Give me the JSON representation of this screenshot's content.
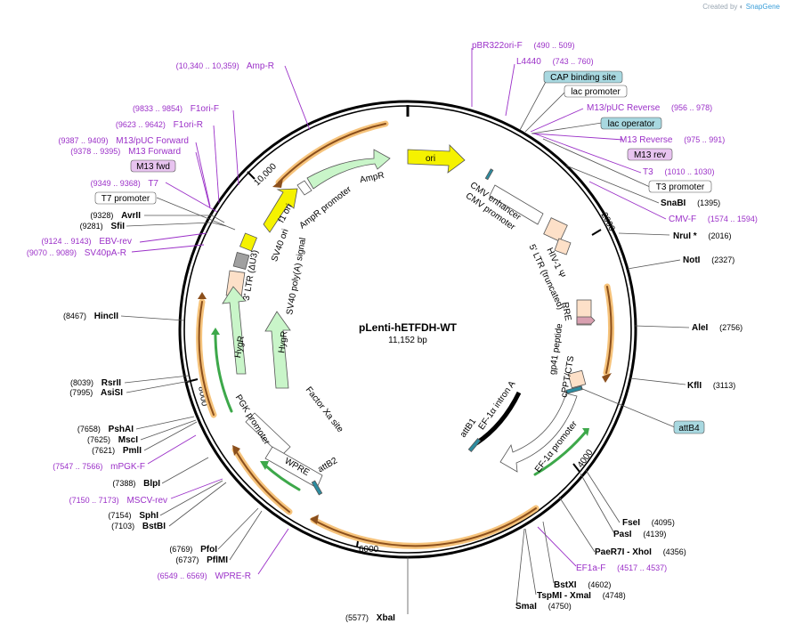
{
  "credit": {
    "prefix": "Created by",
    "brand": "SnapGene"
  },
  "plasmid": {
    "name": "pLenti-hETFDH-WT",
    "size_label": "11,152 bp",
    "length": 11152
  },
  "ticks": [
    {
      "pos": 2000,
      "label": "2000"
    },
    {
      "pos": 4000,
      "label": "4000"
    },
    {
      "pos": 6000,
      "label": "6000"
    },
    {
      "pos": 8000,
      "label": "8000"
    },
    {
      "pos": 10000,
      "label": "10,000"
    }
  ],
  "colors": {
    "primer": "#9b30c8",
    "enzyme": "#000000",
    "backbone": "#000000",
    "orange_halo": "#f6c37b",
    "arrow_dark": "#8b4f1c"
  },
  "features": [
    {
      "name": "ori",
      "kind": "block-arrow",
      "fill": "#f5f200"
    },
    {
      "name": "AmpR",
      "kind": "block-arrow",
      "fill": "#c9f5c9"
    },
    {
      "name": "AmpR promoter",
      "kind": "block-arrow",
      "fill": "#ffffff"
    },
    {
      "name": "f1 ori",
      "kind": "block-arrow",
      "fill": "#f5f200"
    },
    {
      "name": "SV40 ori",
      "kind": "box",
      "fill": "#f5f200"
    },
    {
      "name": "SV40 poly(A) signal",
      "kind": "box",
      "fill": "#a0a0a0"
    },
    {
      "name": "3' LTR (ΔU3)",
      "kind": "box",
      "fill": "#fde0c8"
    },
    {
      "name": "HygR",
      "kind": "block-arrow",
      "fill": "#c9f5c9"
    },
    {
      "name": "HygR",
      "kind": "block-arrow",
      "fill": "#c9f5c9"
    },
    {
      "name": "PGK promoter",
      "kind": "block-arrow",
      "fill": "#ffffff"
    },
    {
      "name": "Factor Xa site",
      "kind": "line",
      "fill": "#000000"
    },
    {
      "name": "WPRE",
      "kind": "block-arrow",
      "fill": "#ffffff"
    },
    {
      "name": "attB2",
      "kind": "site",
      "fill": "#2c8ca0"
    },
    {
      "name": "CMV enhancer",
      "kind": "block-arrow",
      "fill": "#ffffff"
    },
    {
      "name": "CMV promoter",
      "kind": "block-arrow",
      "fill": "#ffffff"
    },
    {
      "name": "5' LTR (truncated)",
      "kind": "box",
      "fill": "#fde0c8"
    },
    {
      "name": "HIV-1 Ψ",
      "kind": "box",
      "fill": "#fde0c8"
    },
    {
      "name": "RRE",
      "kind": "box",
      "fill": "#fde0c8"
    },
    {
      "name": "gp41 peptide",
      "kind": "box",
      "fill": "#d9a0b0"
    },
    {
      "name": "cPPT/CTS",
      "kind": "box",
      "fill": "#fde0c8"
    },
    {
      "name": "EF-1α promoter",
      "kind": "block-arrow",
      "fill": "#ffffff"
    },
    {
      "name": "EF-1α intron A",
      "kind": "line",
      "fill": "#000000"
    },
    {
      "name": "attB1",
      "kind": "site",
      "fill": "#2c8ca0"
    },
    {
      "name": "attB4",
      "kind": "site",
      "fill": "#2c8ca0"
    }
  ],
  "labels": {
    "left": [
      {
        "type": "primer",
        "range": "(10,340 .. 10,359)",
        "name": "Amp-R"
      },
      {
        "type": "primer",
        "range": "(9833 .. 9854)",
        "name": "F1ori-F"
      },
      {
        "type": "primer",
        "range": "(9623 .. 9642)",
        "name": "F1ori-R"
      },
      {
        "type": "primer",
        "range": "(9387 .. 9409)",
        "name": "M13/pUC Forward"
      },
      {
        "type": "primer",
        "range": "(9378 .. 9395)",
        "name": "M13 Forward"
      },
      {
        "type": "boxed-primer",
        "range": "",
        "name": "M13 fwd"
      },
      {
        "type": "primer",
        "range": "(9349 .. 9368)",
        "name": "T7"
      },
      {
        "type": "boxed-feature",
        "range": "",
        "name": "T7 promoter"
      },
      {
        "type": "enzyme",
        "range": "(9328)",
        "name": "AvrII"
      },
      {
        "type": "enzyme",
        "range": "(9281)",
        "name": "SfiI"
      },
      {
        "type": "primer",
        "range": "(9124 .. 9143)",
        "name": "EBV-rev"
      },
      {
        "type": "primer",
        "range": "(9070 .. 9089)",
        "name": "SV40pA-R"
      },
      {
        "type": "enzyme",
        "range": "(8467)",
        "name": "HincII"
      },
      {
        "type": "enzyme",
        "range": "(8039)",
        "name": "RsrII"
      },
      {
        "type": "enzyme",
        "range": "(7995)",
        "name": "AsiSI"
      },
      {
        "type": "enzyme",
        "range": "(7658)",
        "name": "PshAI"
      },
      {
        "type": "enzyme",
        "range": "(7625)",
        "name": "MscI"
      },
      {
        "type": "enzyme",
        "range": "(7621)",
        "name": "PmlI"
      },
      {
        "type": "primer",
        "range": "(7547 .. 7566)",
        "name": "mPGK-F"
      },
      {
        "type": "enzyme",
        "range": "(7388)",
        "name": "BlpI"
      },
      {
        "type": "primer",
        "range": "(7150 .. 7173)",
        "name": "MSCV-rev"
      },
      {
        "type": "enzyme",
        "range": "(7154)",
        "name": "SphI"
      },
      {
        "type": "enzyme",
        "range": "(7103)",
        "name": "BstBI"
      },
      {
        "type": "enzyme",
        "range": "(6769)",
        "name": "PfoI"
      },
      {
        "type": "enzyme",
        "range": "(6737)",
        "name": "PflMI"
      },
      {
        "type": "primer",
        "range": "(6549 .. 6569)",
        "name": "WPRE-R"
      }
    ],
    "right": [
      {
        "type": "primer",
        "range": "(490 .. 509)",
        "name": "pBR322ori-F"
      },
      {
        "type": "primer",
        "range": "(743 .. 760)",
        "name": "L4440"
      },
      {
        "type": "boxed-blue",
        "range": "",
        "name": "CAP binding site"
      },
      {
        "type": "boxed-feature",
        "range": "",
        "name": "lac promoter"
      },
      {
        "type": "primer",
        "range": "(956 .. 978)",
        "name": "M13/pUC Reverse"
      },
      {
        "type": "boxed-blue",
        "range": "",
        "name": "lac operator"
      },
      {
        "type": "primer",
        "range": "(975 .. 991)",
        "name": "M13 Reverse"
      },
      {
        "type": "boxed-primer",
        "range": "",
        "name": "M13 rev"
      },
      {
        "type": "primer",
        "range": "(1010 .. 1030)",
        "name": "T3"
      },
      {
        "type": "boxed-feature",
        "range": "",
        "name": "T3 promoter"
      },
      {
        "type": "enzyme",
        "range": "(1395)",
        "name": "SnaBI"
      },
      {
        "type": "primer",
        "range": "(1574 .. 1594)",
        "name": "CMV-F"
      },
      {
        "type": "enzyme",
        "range": "(2016)",
        "name": "NruI *"
      },
      {
        "type": "enzyme",
        "range": "(2327)",
        "name": "NotI"
      },
      {
        "type": "enzyme",
        "range": "(2756)",
        "name": "AleI"
      },
      {
        "type": "enzyme",
        "range": "(3113)",
        "name": "KflI"
      },
      {
        "type": "boxed-blue",
        "range": "",
        "name": "attB4"
      },
      {
        "type": "enzyme",
        "range": "(4095)",
        "name": "FseI"
      },
      {
        "type": "enzyme",
        "range": "(4139)",
        "name": "PasI"
      },
      {
        "type": "enzyme",
        "range": "(4356)",
        "name": "PaeR7I - XhoI"
      },
      {
        "type": "primer",
        "range": "(4517 .. 4537)",
        "name": "EF1a-F"
      },
      {
        "type": "enzyme",
        "range": "(4602)",
        "name": "BstXI"
      },
      {
        "type": "enzyme",
        "range": "(4748)",
        "name": "TspMI - XmaI"
      },
      {
        "type": "enzyme",
        "range": "(4750)",
        "name": "SmaI"
      },
      {
        "type": "enzyme",
        "range": "(5577)",
        "name": "XbaI"
      }
    ]
  }
}
